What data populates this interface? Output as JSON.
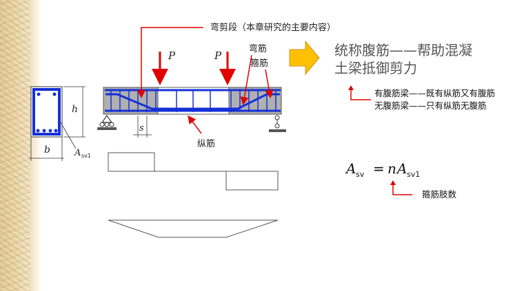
{
  "labels": {
    "shear_segment": "弯剪段（本章研究的主要内容）",
    "bent_bar": "弯筋",
    "stirrup": "箍筋",
    "longitudinal_bar": "纵筋",
    "load_left": "P",
    "load_right": "P",
    "section_height": "h",
    "section_width": "b",
    "stirrup_area_main": "A",
    "stirrup_area_sub": "sv1",
    "spacing": "s"
  },
  "summary": {
    "line1": "统称腹筋——帮助混凝",
    "line2": "土梁抵御剪力"
  },
  "notes": {
    "with_web": "有腹筋梁——既有纵筋又有腹筋",
    "without_web": "无腹筋梁——只有纵筋无腹筋"
  },
  "formula": {
    "lhs_main": "A",
    "lhs_sub": "sv",
    "equals": "=",
    "rhs_n": "n",
    "rhs_main": "A",
    "rhs_sub": "sv1",
    "caption": "箍筋肢数"
  },
  "colors": {
    "rebar": "#1530d8",
    "load_arrow": "#e00000",
    "pointer": "#e00000",
    "callout_arrow": "#ffc000",
    "concrete_shade": "#b0b0b0"
  }
}
